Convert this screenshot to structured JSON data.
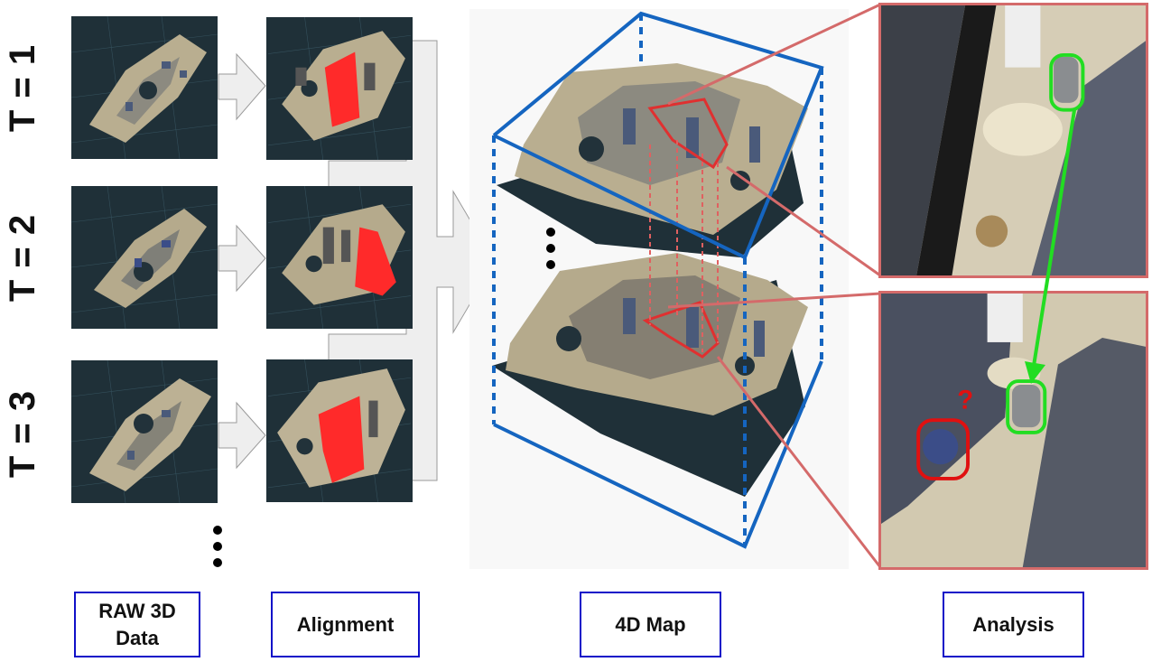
{
  "timesteps": [
    {
      "label": "T = 1"
    },
    {
      "label": "T = 2"
    },
    {
      "label": "T = 3"
    }
  ],
  "stages": {
    "raw": {
      "line1": "RAW 3D",
      "line2": "Data"
    },
    "alignment": {
      "label": "Alignment"
    },
    "map4d": {
      "label": "4D Map"
    },
    "analysis": {
      "label": "Analysis"
    }
  },
  "annotation": {
    "question_mark": "?"
  },
  "colors": {
    "stage_border": "#1010c8",
    "cube_blue": "#1565c0",
    "highlight_red": "#ff2a2a",
    "callout_red": "#d46a6a",
    "tracked_green": "#22dd22",
    "missing_red": "#e01010",
    "scan_background": "#1f3038",
    "arrow_gray": "#eeeeee"
  },
  "icons": [
    "right-arrow-icon",
    "merge-arrow-icon",
    "ellipsis-vertical-icon"
  ]
}
